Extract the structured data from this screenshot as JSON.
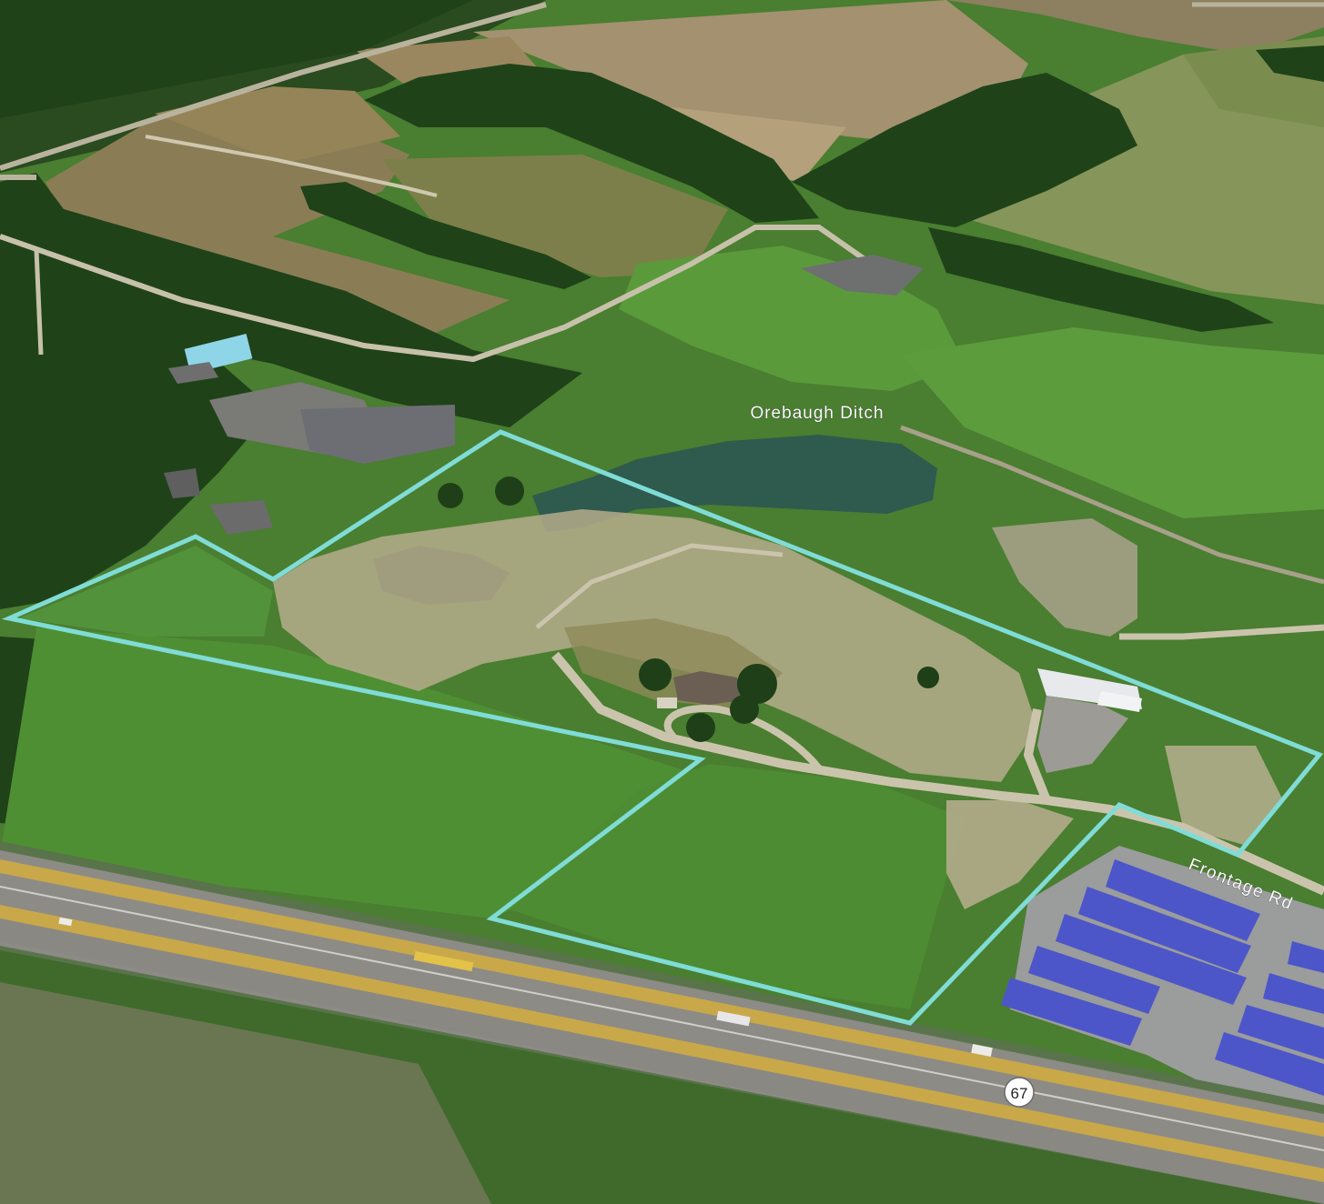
{
  "map": {
    "labels": {
      "waterway": "Orebaugh Ditch",
      "road": "Frontage Rd",
      "route_shield": "67"
    },
    "colors": {
      "boundary": "#7fdcd6",
      "farmland": "#9c8a63",
      "field_green": "#4f8a34",
      "tree_canopy": "#1f4219",
      "highway_asphalt": "#8d8b86",
      "highway_stripe": "#c9a84a",
      "pond": "#2f5a4e",
      "storage_roofs": "#4c56c9",
      "disturbed_ground": "#b5ab8c"
    }
  }
}
